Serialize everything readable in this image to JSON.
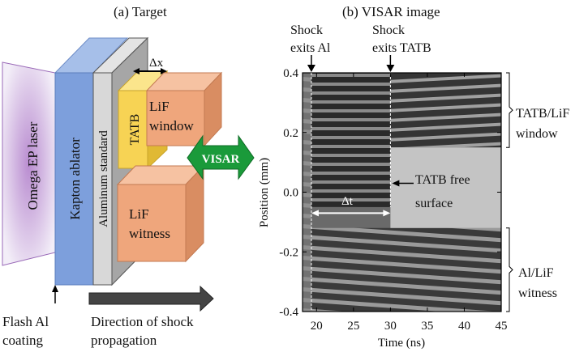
{
  "panel_a": {
    "title": "(a) Target",
    "laser": "Omega EP laser",
    "ablator": "Kapton ablator",
    "standard": "Aluminum standard",
    "tatb": "TATB",
    "delta_x": "Δx",
    "lif_window": [
      "LiF",
      "window"
    ],
    "lif_witness": [
      "LiF",
      "witness"
    ],
    "visar": "VISAR",
    "flash_coating": [
      "Flash Al",
      "coating"
    ],
    "direction": [
      "Direction of shock",
      "propagation"
    ],
    "colors": {
      "laser": "#e3d6ee",
      "ablator": "#7d9fdc",
      "aluminum": "#d8d8d8",
      "tatb": "#f7d354",
      "lif": "#efa67c",
      "visar": "#1a9a3a"
    }
  },
  "panel_b": {
    "title": "(b) VISAR image",
    "annotations": {
      "shock_exits_al": [
        "Shock",
        "exits Al"
      ],
      "shock_exits_tatb": [
        "Shock",
        "exits TATB"
      ],
      "tatb_free_surface": [
        "TATB free",
        "surface"
      ],
      "delta_t": "Δt",
      "tatb_lif_window": [
        "TATB/LiF",
        "window"
      ],
      "al_lif_witness": [
        "Al/LiF",
        "witness"
      ]
    }
  },
  "chart_data": {
    "type": "heatmap",
    "title": "(b) VISAR image",
    "xlabel": "Time (ns)",
    "ylabel": "Position (mm)",
    "xlim": [
      18.1,
      45
    ],
    "ylim": [
      -0.4,
      0.4
    ],
    "xticks": [
      "20",
      "25",
      "30",
      "35",
      "40",
      "45"
    ],
    "yticks": [
      "0.4",
      "0.2",
      "0.0",
      "-0.2",
      "-0.4"
    ],
    "xtick_values": [
      20,
      25,
      30,
      35,
      40,
      45
    ],
    "ytick_values": [
      0.4,
      0.2,
      0.0,
      -0.2,
      -0.4
    ],
    "shock_exits_al_time": 19.3,
    "shock_exits_tatb_time": 30.0,
    "tatb_free_surface_position": 0.03,
    "window_region": [
      0.15,
      0.4
    ],
    "witness_region": [
      -0.4,
      -0.12
    ]
  }
}
